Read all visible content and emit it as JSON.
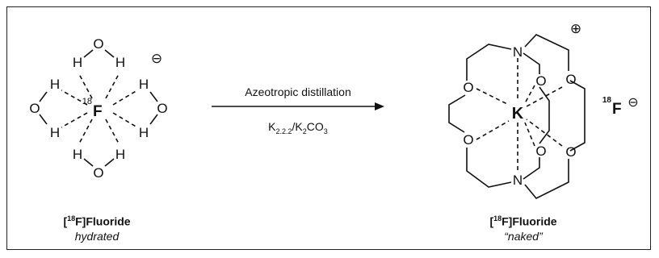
{
  "hydrated_complex": {
    "center_atom": "F",
    "center_mass": "18",
    "charge_symbol": "⊖",
    "oxygen_label": "O",
    "hydrogen_label": "H"
  },
  "reaction": {
    "condition_top": "Azeotropic distillation",
    "condition_bottom": {
      "k": "K",
      "k_sub": "2.2.2",
      "slash": "/K",
      "k2_sub": "2",
      "co": "CO",
      "co_sub": "3"
    }
  },
  "cryptand": {
    "metal": "K",
    "nitrogen_label": "N",
    "oxygen_label": "O",
    "charge_symbol": "⊕",
    "counterion_mass": "18",
    "counterion_atom": "F",
    "counterion_charge": "⊖"
  },
  "left_caption": {
    "open": "[",
    "mass": "18",
    "name": "F]Fluoride",
    "state": "hydrated"
  },
  "right_caption": {
    "open": "[",
    "mass": "18",
    "name": "F]Fluoride",
    "state": "“naked”"
  }
}
